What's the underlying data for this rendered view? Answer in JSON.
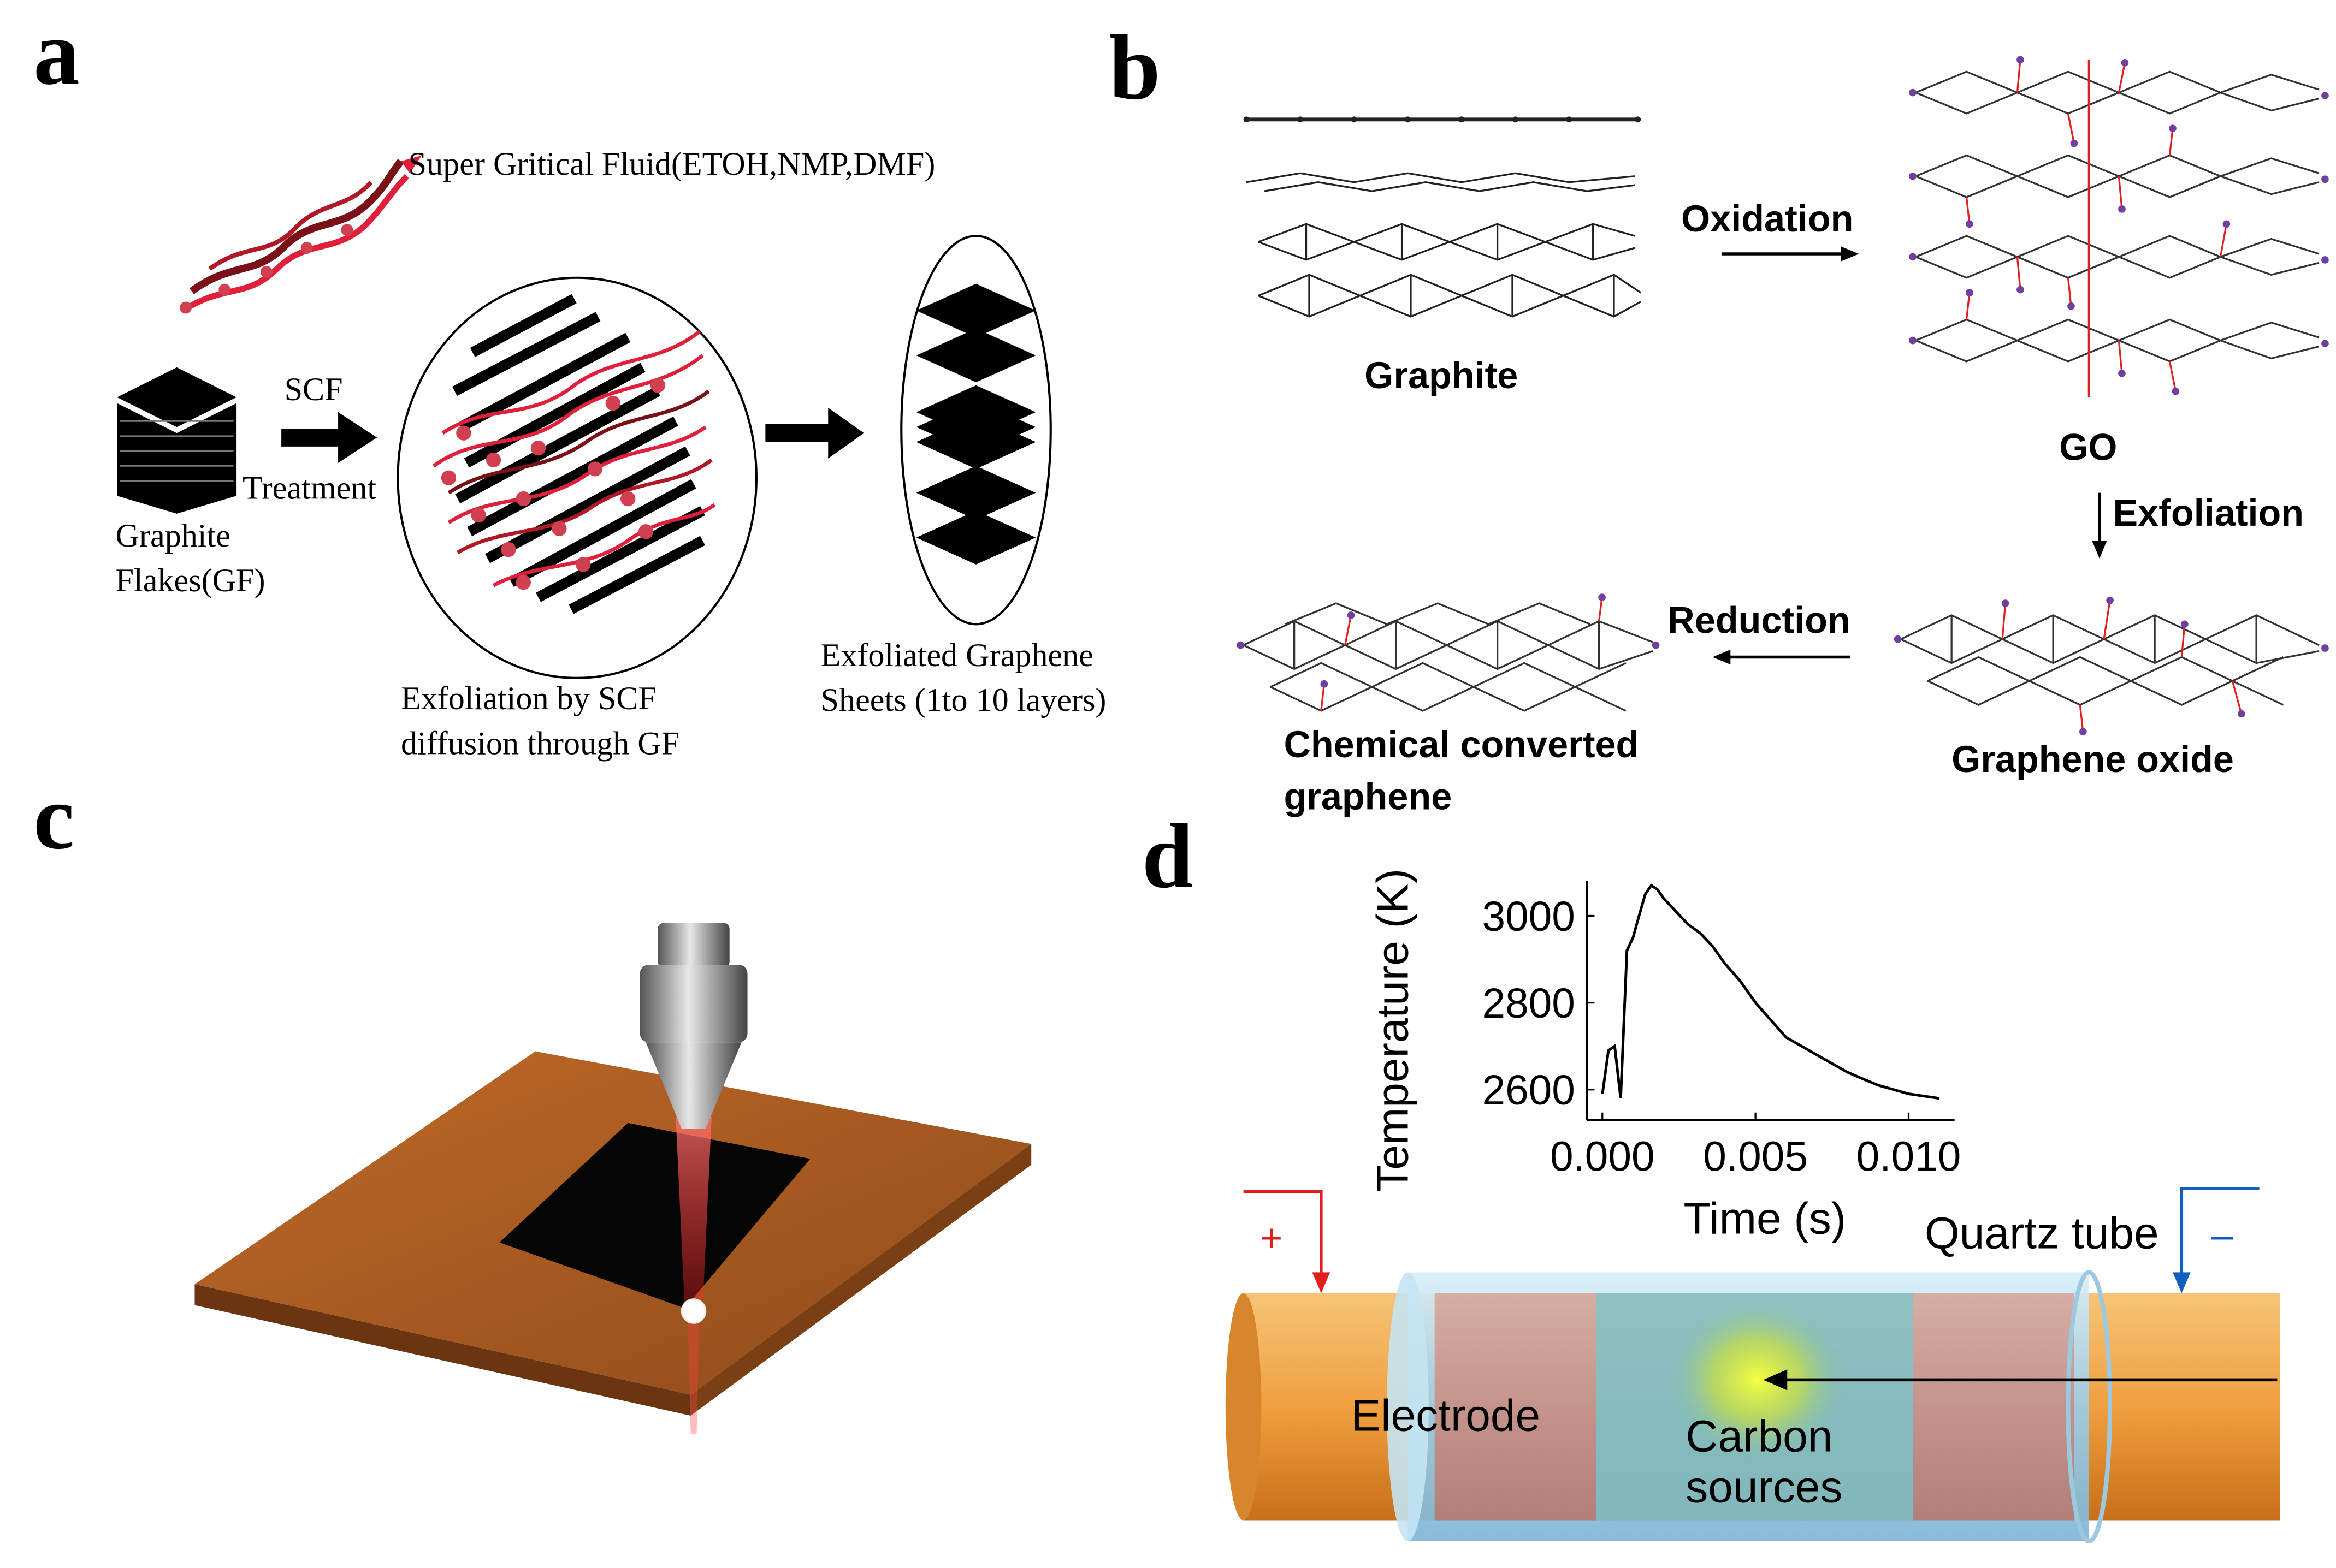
{
  "panels": {
    "a": {
      "letter": "a",
      "fluid_label": "Super Gritical Fluid(ETOH,NMP,DMF)",
      "scf_label": "SCF",
      "treatment_label": "Treatment",
      "graphite_label_1": "Graphite",
      "graphite_label_2": "Flakes(GF)",
      "exfoliation_label_1": "Exfoliation by SCF",
      "exfoliation_label_2": "diffusion through GF",
      "sheets_label_1": "Exfoliated Graphene",
      "sheets_label_2": "Sheets (1to 10 layers)"
    },
    "b": {
      "letter": "b",
      "graphite": "Graphite",
      "oxidation": "Oxidation",
      "go": "GO",
      "exfoliation": "Exfoliation",
      "reduction": "Reduction",
      "graphene_oxide": "Graphene oxide",
      "ccg_1": "Chemical converted",
      "ccg_2": "graphene"
    },
    "c": {
      "letter": "c"
    },
    "d": {
      "letter": "d",
      "plus": "+",
      "minus": "–",
      "quartz_tube": "Quartz tube",
      "electrode": "Electrode",
      "carbon_1": "Carbon",
      "carbon_2": "sources"
    }
  },
  "colors": {
    "red_fluid": "#e0203a",
    "electrode_orange": "#f0a040",
    "tube_blue": "#8ec9e6",
    "copper_plate": "#a45a24",
    "plus_red": "#e02020",
    "minus_blue": "#1060c0"
  },
  "chart_data": {
    "type": "line",
    "xlabel": "Time (s)",
    "ylabel": "Temperature (K)",
    "xlim": [
      -0.0005,
      0.0115
    ],
    "ylim": [
      2530,
      3080
    ],
    "xticks": [
      0.0,
      0.005,
      0.01
    ],
    "xtick_labels": [
      "0.000",
      "0.005",
      "0.010"
    ],
    "yticks": [
      2600,
      2800,
      3000
    ],
    "ytick_labels": [
      "2600",
      "2800",
      "3000"
    ],
    "series": [
      {
        "x": [
          0.0,
          0.0002,
          0.0004,
          0.0006,
          0.0008,
          0.001,
          0.0012,
          0.0014,
          0.0016,
          0.0018,
          0.002,
          0.0024,
          0.0028,
          0.0032,
          0.0036,
          0.004,
          0.0045,
          0.005,
          0.0055,
          0.006,
          0.0065,
          0.007,
          0.0075,
          0.008,
          0.0085,
          0.009,
          0.0095,
          0.01,
          0.0105,
          0.011
        ],
        "y": [
          2590,
          2690,
          2700,
          2580,
          2920,
          2950,
          3000,
          3050,
          3070,
          3060,
          3040,
          3010,
          2980,
          2960,
          2930,
          2890,
          2850,
          2800,
          2760,
          2720,
          2700,
          2680,
          2660,
          2640,
          2625,
          2610,
          2600,
          2590,
          2585,
          2580
        ]
      }
    ]
  }
}
